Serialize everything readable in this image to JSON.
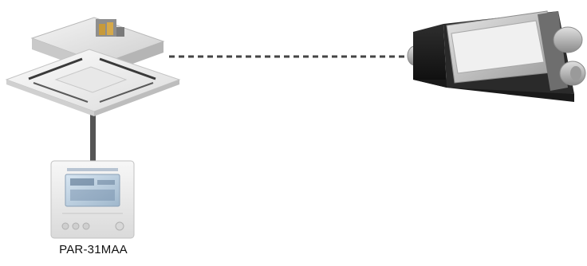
{
  "remote_controller": {
    "model_label": "PAR-31MAA"
  },
  "devices": {
    "indoor_unit": "ceiling-cassette-unit",
    "ventilation_unit": "lossnay-ventilation-unit",
    "controller": "wired-remote-controller"
  },
  "connections": {
    "wired_link_color": "#555555",
    "dashed_link_color": "#444444"
  }
}
